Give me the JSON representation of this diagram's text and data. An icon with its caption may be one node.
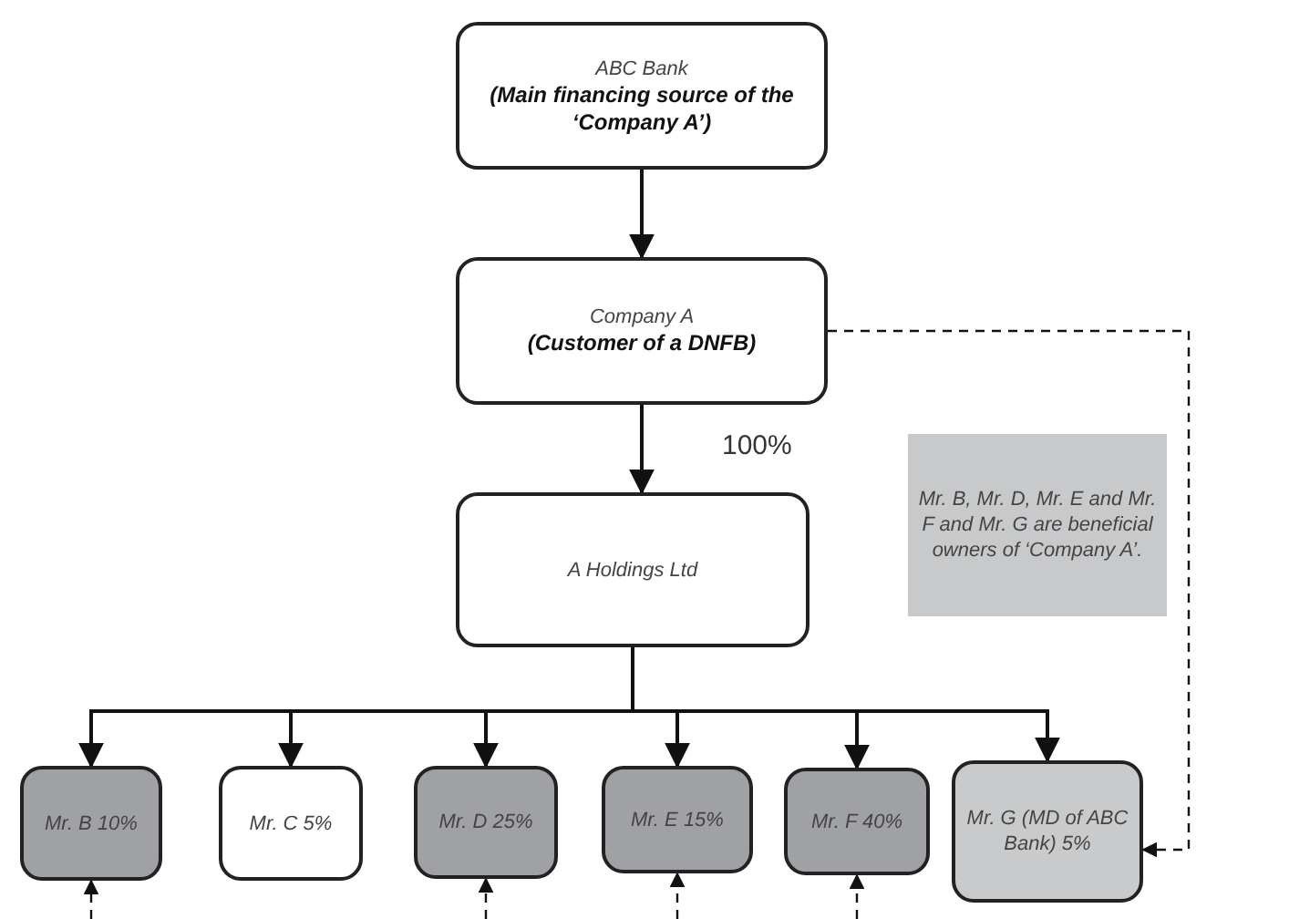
{
  "diagram": {
    "nodes": [
      {
        "text": [
          "ABC Bank",
          "(Main financing source of the ‘Company A’)"
        ]
      },
      {
        "text": [
          "Company A",
          "(Customer of a DNFB)"
        ]
      },
      {
        "text": [
          "A Holdings Ltd"
        ]
      },
      {
        "text": [
          "Mr. B, Mr. D, Mr. E and Mr. F and Mr. G are beneficial owners of ‘Company A’."
        ]
      },
      {
        "text": [
          "Mr. B 10%"
        ]
      },
      {
        "text": [
          "Mr. C 5%"
        ]
      },
      {
        "text": [
          "Mr. D 25%"
        ]
      },
      {
        "text": [
          "Mr. E 15%"
        ]
      },
      {
        "text": [
          "Mr. F 40%"
        ]
      },
      {
        "text": [
          "Mr. G (MD of ABC Bank) 5%"
        ]
      }
    ],
    "edges": [
      {
        "from": 0,
        "to": 1,
        "arrow": "to"
      },
      {
        "from": 1,
        "to": 2,
        "arrow": "to",
        "label": "100%"
      },
      {
        "from": 2,
        "to": 4,
        "arrow": "to"
      },
      {
        "from": 2,
        "to": 5,
        "arrow": "to"
      },
      {
        "from": 2,
        "to": 6,
        "arrow": "to"
      },
      {
        "from": 2,
        "to": 7,
        "arrow": "to"
      },
      {
        "from": 2,
        "to": 8,
        "arrow": "to"
      },
      {
        "from": 2,
        "to": 9,
        "arrow": "to"
      },
      {
        "from": 1,
        "to": 9,
        "arrow": "to",
        "style": "dashed"
      },
      {
        "from": null,
        "to": 4,
        "arrow": "to",
        "style": "dashed"
      },
      {
        "from": null,
        "to": 6,
        "arrow": "to",
        "style": "dashed"
      },
      {
        "from": null,
        "to": 7,
        "arrow": "to",
        "style": "dashed"
      },
      {
        "from": null,
        "to": 8,
        "arrow": "to",
        "style": "dashed"
      }
    ]
  }
}
